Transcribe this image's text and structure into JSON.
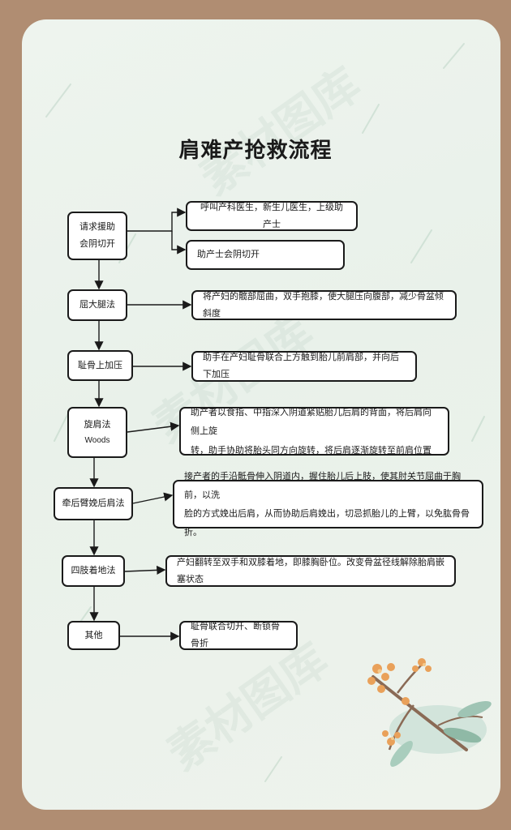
{
  "title": "肩难产抢救流程",
  "steps": [
    {
      "label_line1": "请求援助",
      "label_line2": "会阴切开",
      "details": [
        "呼叫产科医生，新生儿医生，上级助产士",
        "助产士会阴切开"
      ]
    },
    {
      "label": "屈大腿法",
      "detail": "将产妇的髋部屈曲，双手抱膝，使大腿压向腹部，减少骨盆倾斜度"
    },
    {
      "label": "耻骨上加压",
      "detail": "助手在产妇耻骨联合上方触到胎儿前肩部，并向后下加压"
    },
    {
      "label_line1": "旋肩法",
      "label_line2": "Woods",
      "detail_line1": "助产者以食指、中指深入阴道紧贴胎儿后肩的背面，将后肩向侧上旋",
      "detail_line2": "转，助手协助将胎头同方向旋转，将后肩逐渐旋转至前肩位置"
    },
    {
      "label": "牵后臂娩后肩法",
      "detail_line1": "接产者的手沿骶骨伸入阴道内，握住胎儿后上肢，使其肘关节屈曲于胸前，以洗",
      "detail_line2": "脸的方式娩出后肩，从而协助后肩娩出，切忌抓胎儿的上臂，以免肱骨骨折。"
    },
    {
      "label": "四肢着地法",
      "detail": "产妇翻转至双手和双膝着地，即膝胸卧位。改变骨盆径线解除胎肩嵌塞状态"
    },
    {
      "label": "其他",
      "detail": "耻骨联合切开、断锁骨骨折"
    }
  ],
  "watermark_text": "素材图库",
  "colors": {
    "background": "#b08d72",
    "card": "#eaf2ea",
    "ink": "#1a1a1a",
    "box": "#ffffff"
  }
}
